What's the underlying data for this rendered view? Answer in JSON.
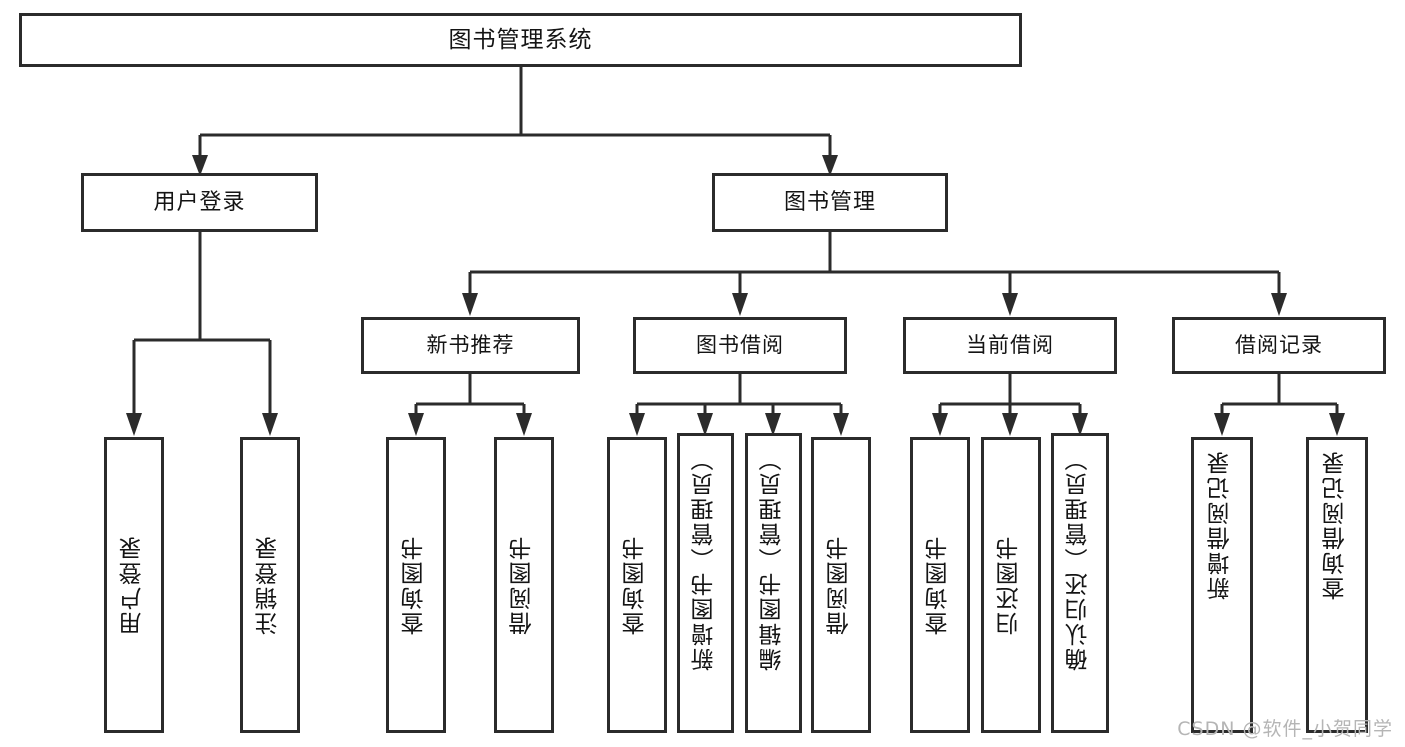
{
  "diagram": {
    "title": "图书管理系统",
    "type": "功能结构图",
    "root": {
      "label": "图书管理系统"
    },
    "level2": [
      {
        "id": "user-login",
        "label": "用户登录"
      },
      {
        "id": "book-manage",
        "label": "图书管理"
      }
    ],
    "level3": [
      {
        "id": "new-book-recommend",
        "label": "新书推荐"
      },
      {
        "id": "book-borrow",
        "label": "图书借阅"
      },
      {
        "id": "current-borrow",
        "label": "当前借阅"
      },
      {
        "id": "borrow-record",
        "label": "借阅记录"
      }
    ],
    "leaves": [
      {
        "id": "leaf-user-login",
        "label": "用户登录",
        "parent": "user-login"
      },
      {
        "id": "leaf-user-logout",
        "label": "注销登录",
        "parent": "user-login"
      },
      {
        "id": "leaf-query-book-1",
        "label": "查询图书",
        "parent": "new-book-recommend"
      },
      {
        "id": "leaf-borrow-book-1",
        "label": "借阅图书",
        "parent": "new-book-recommend"
      },
      {
        "id": "leaf-query-book-2",
        "label": "查询图书",
        "parent": "book-borrow"
      },
      {
        "id": "leaf-add-book",
        "label": "新增图书（管理员）",
        "parent": "book-borrow"
      },
      {
        "id": "leaf-edit-book",
        "label": "编辑图书（管理员）",
        "parent": "book-borrow"
      },
      {
        "id": "leaf-borrow-book-2",
        "label": "借阅图书",
        "parent": "book-borrow"
      },
      {
        "id": "leaf-query-book-3",
        "label": "查询图书",
        "parent": "current-borrow"
      },
      {
        "id": "leaf-return-book",
        "label": "归还图书",
        "parent": "current-borrow"
      },
      {
        "id": "leaf-confirm-return",
        "label": "确认归还（管理员）",
        "parent": "current-borrow"
      },
      {
        "id": "leaf-add-record",
        "label": "新增借阅记录",
        "parent": "borrow-record"
      },
      {
        "id": "leaf-query-record",
        "label": "查询借阅记录",
        "parent": "borrow-record"
      }
    ]
  },
  "watermark": {
    "text": "CSDN @软件_小贺同学"
  },
  "colors": {
    "stroke": "#2b2b2b",
    "text": "#141414",
    "background": "#ffffff",
    "watermark": "#b5b5b5"
  }
}
